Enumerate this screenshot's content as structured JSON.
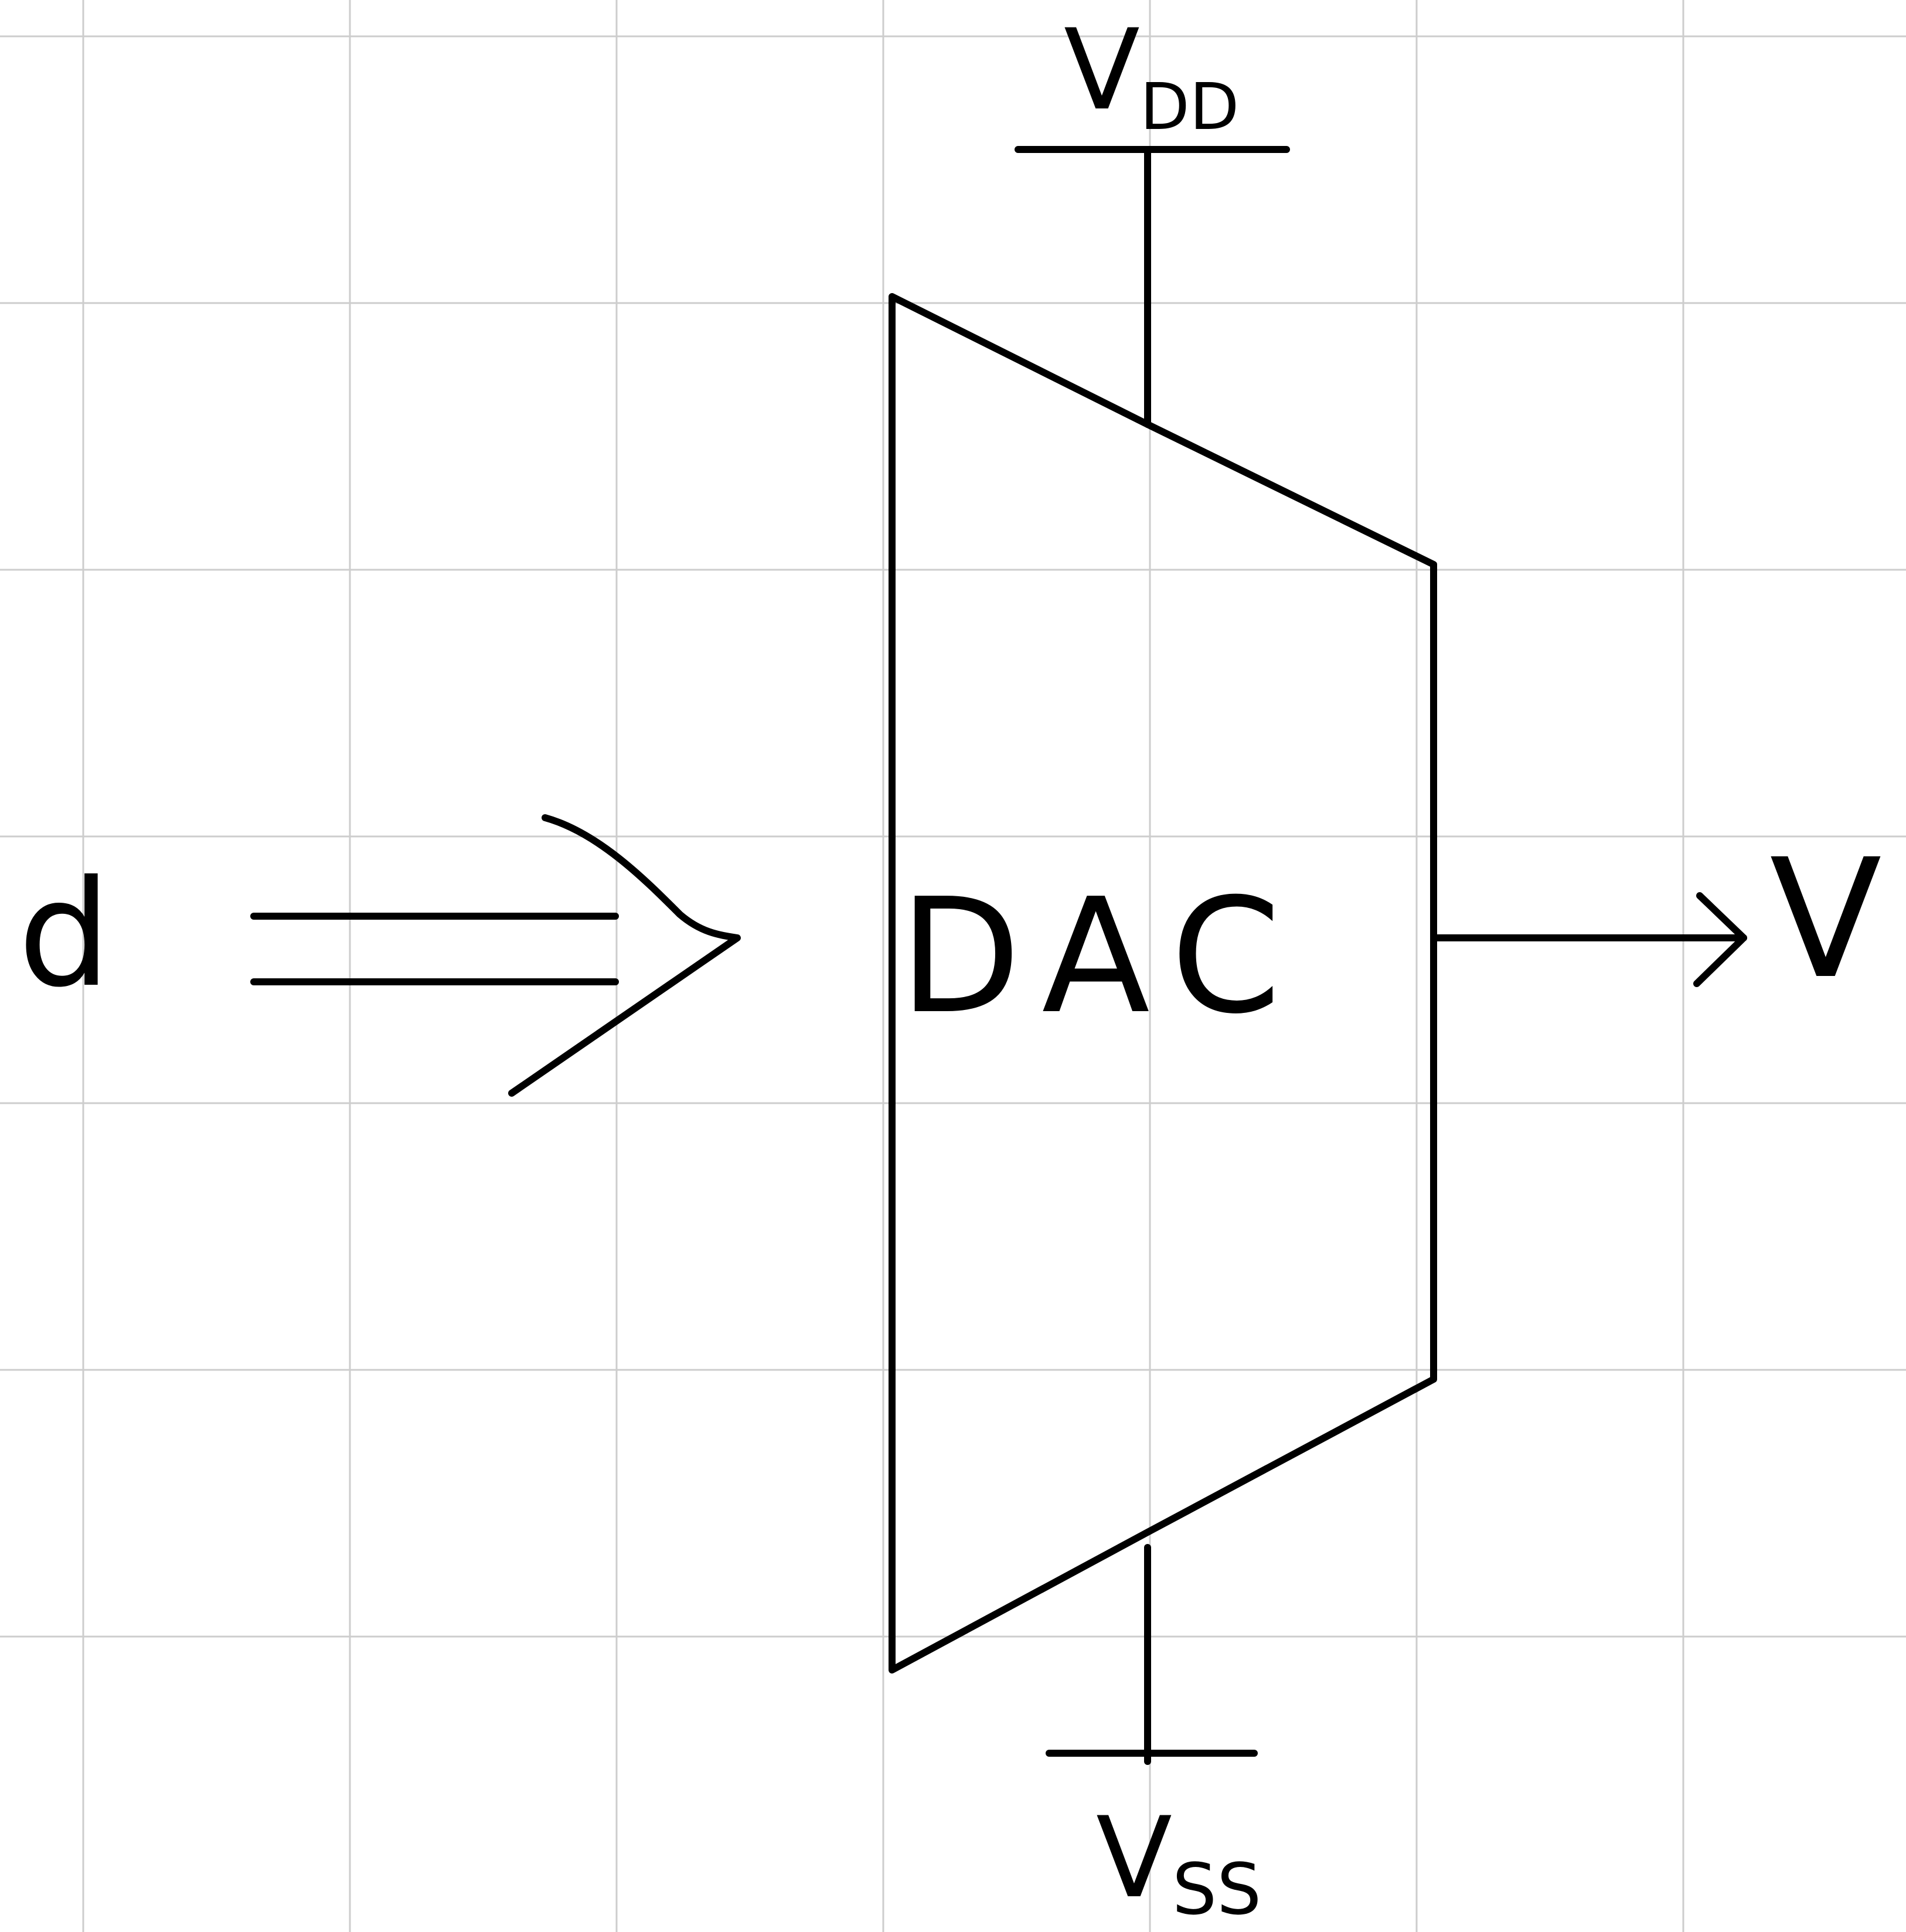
{
  "diagram": {
    "block_label": "DAC",
    "input_label": "d",
    "output_label": "V",
    "supply_top": {
      "main": "V",
      "sub": "DD"
    },
    "supply_bottom": {
      "main": "V",
      "sub": "SS"
    },
    "colors": {
      "ink": "#000000",
      "grid": "#cdcdcd",
      "background": "#ffffff"
    }
  }
}
